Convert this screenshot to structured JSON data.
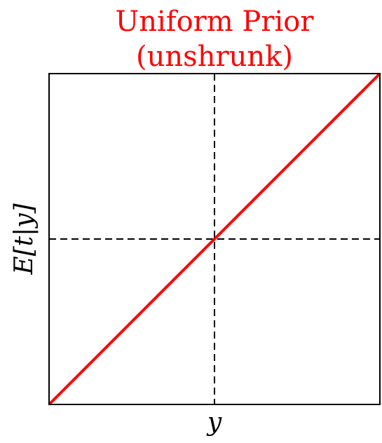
{
  "chart_data": {
    "type": "line",
    "title_lines": [
      "Uniform Prior",
      "(unshrunk)"
    ],
    "title_color": "#ff0000",
    "xlabel": "y",
    "ylabel": "E[t|y]",
    "xlim": [
      -1,
      1
    ],
    "ylim": [
      -1,
      1
    ],
    "grid": false,
    "ticks_shown": false,
    "series": [
      {
        "color": "#ff0000",
        "x": [
          -1,
          1
        ],
        "y": [
          -1,
          1
        ]
      }
    ],
    "reference_lines": [
      {
        "orientation": "vertical",
        "value": 0,
        "style": "dashed",
        "color": "#000000"
      },
      {
        "orientation": "horizontal",
        "value": 0,
        "style": "dashed",
        "color": "#000000"
      }
    ]
  }
}
